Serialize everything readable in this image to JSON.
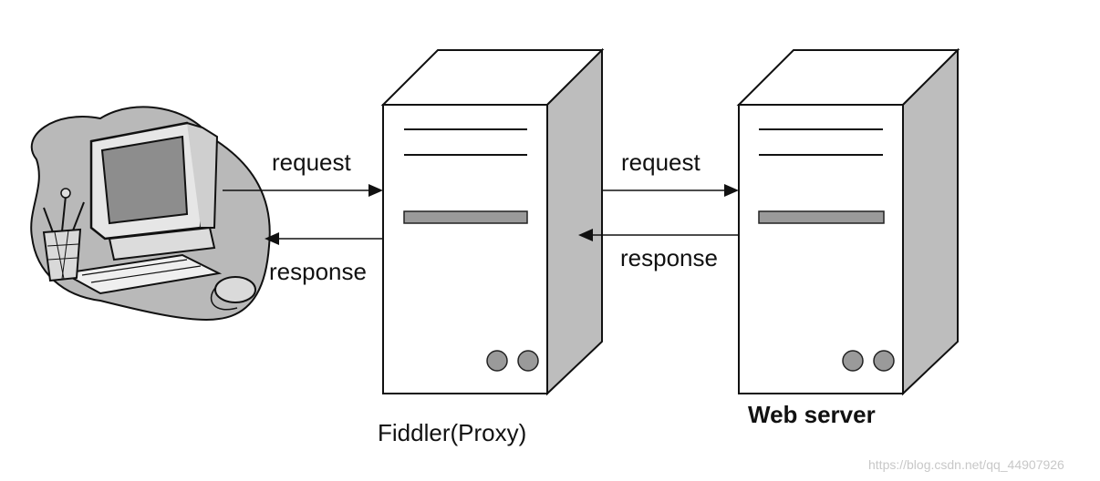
{
  "diagram": {
    "client": {
      "icon": "desktop-computer-icon"
    },
    "proxy": {
      "label": "Fiddler(Proxy)",
      "icon": "server-tower-icon"
    },
    "web_server": {
      "label": "Web server",
      "icon": "server-tower-icon"
    },
    "arrows": {
      "client_to_proxy_request": "request",
      "proxy_to_client_response": "response",
      "proxy_to_server_request": "request",
      "server_to_proxy_response": "response"
    },
    "watermark": "https://blog.csdn.net/qq_44907926"
  }
}
